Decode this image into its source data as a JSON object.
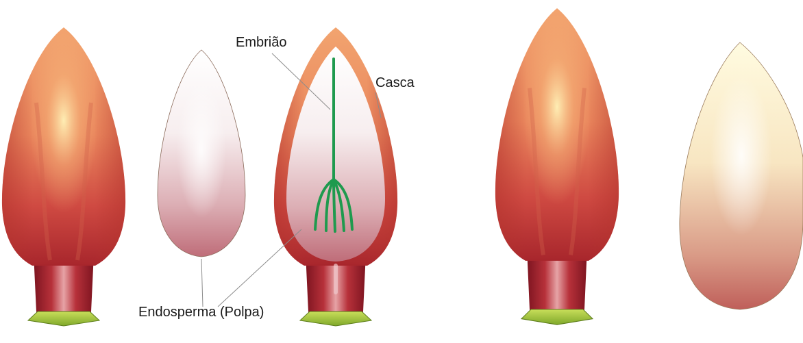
{
  "diagram": {
    "labels": {
      "embryo": "Embrião",
      "husk": "Casca",
      "endosperm": "Endosperma (Polpa)"
    },
    "colors": {
      "husk_top": "#f2a46f",
      "husk_mid": "#e07a55",
      "husk_bottom": "#c43a3a",
      "husk_base": "#8e1b24",
      "highlight": "#fff0b0",
      "endosperm_top": "#ffffff",
      "endosperm_bottom": "#c77b86",
      "embryo": "#1f9a4e",
      "base_cap": "#a9c93a"
    }
  }
}
